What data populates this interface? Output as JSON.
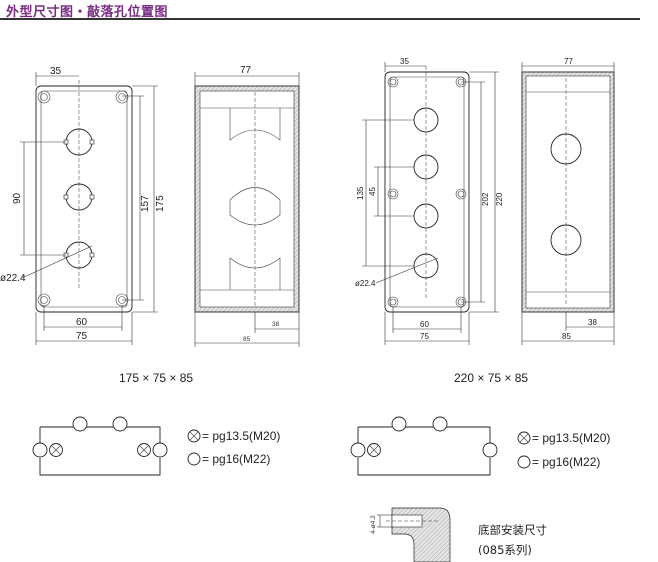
{
  "header": {
    "title": "外型尺寸图・敲落孔位置图"
  },
  "left_set": {
    "front": {
      "dim_top": "35",
      "dim_left": "90",
      "dim_right_inner": "157",
      "dim_right_outer": "175",
      "dim_bottom_inner": "60",
      "dim_bottom_outer": "75",
      "hole_dia": "ø22.4"
    },
    "side": {
      "dim_top": "77",
      "dim_bottom_inner": "38",
      "dim_bottom_outer": "85"
    },
    "size_caption": "175 × 75 × 85"
  },
  "right_set": {
    "front": {
      "dim_top": "35",
      "dim_left_outer": "135",
      "dim_left_inner": "45",
      "dim_right_inner": "202",
      "dim_right_outer": "220",
      "dim_bottom_inner": "60",
      "dim_bottom_outer": "75",
      "hole_dia": "ø22.4"
    },
    "side": {
      "dim_top": "77",
      "dim_bottom_inner": "38",
      "dim_bottom_outer": "85"
    },
    "size_caption": "220 × 75 × 85"
  },
  "legend_left": {
    "crossed": "= pg13.5(M20)",
    "open": "= pg16(M22)"
  },
  "legend_right": {
    "crossed": "= pg13.5(M20)",
    "open": "= pg16(M22)"
  },
  "mount": {
    "dim_label": "4-ø4.2",
    "title": "底部安装尺寸",
    "subtitle": "(085系列)"
  }
}
